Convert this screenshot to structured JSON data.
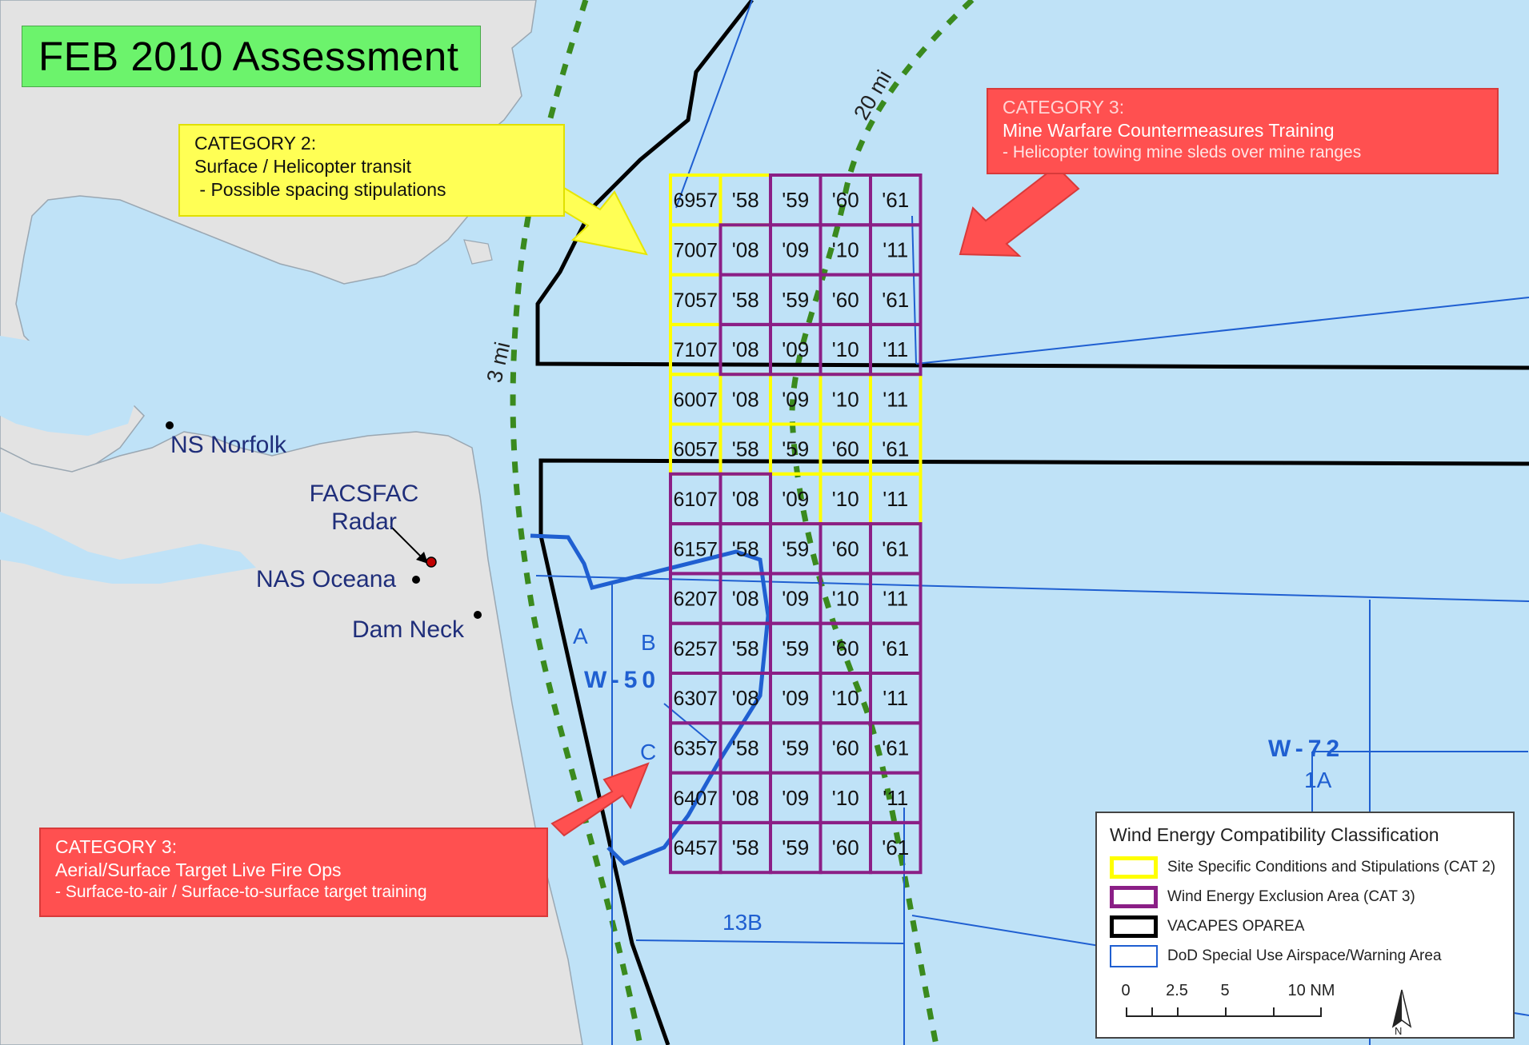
{
  "title": "FEB 2010 Assessment",
  "callouts": {
    "cat2": {
      "title": "CATEGORY 2:",
      "line1": "Surface / Helicopter transit",
      "line2": " - Possible spacing stipulations"
    },
    "cat3_top": {
      "title": "CATEGORY 3:",
      "line1": "Mine Warfare Countermeasures Training",
      "line2": "- Helicopter towing mine sleds over mine ranges"
    },
    "cat3_bottom": {
      "title": "CATEGORY 3:",
      "line1": "Aerial/Surface Target Live Fire Ops",
      "line2": "- Surface-to-air / Surface-to-surface target training"
    }
  },
  "places": {
    "ns_norfolk": "NS Norfolk",
    "facsfac_1": "FACSFAC",
    "facsfac_2": "Radar",
    "nas_oceana": "NAS Oceana",
    "dam_neck": "Dam Neck"
  },
  "distance_labels": {
    "three_mi": "3 mi",
    "twenty_mi": "20 mi"
  },
  "area_labels": {
    "w50": "W-50",
    "w72": "W-72",
    "a": "A",
    "b": "B",
    "c": "C",
    "one_a": "1A",
    "thirteen_b": "13B"
  },
  "grid": {
    "rows": [
      {
        "cells": [
          "6957",
          "'58",
          "'59",
          "'60",
          "'61"
        ],
        "cat": [
          "y",
          "y",
          "p",
          "p",
          "p"
        ]
      },
      {
        "cells": [
          "7007",
          "'08",
          "'09",
          "'10",
          "'11"
        ],
        "cat": [
          "y",
          "p",
          "p",
          "p",
          "p"
        ]
      },
      {
        "cells": [
          "7057",
          "'58",
          "'59",
          "'60",
          "'61"
        ],
        "cat": [
          "y",
          "p",
          "p",
          "p",
          "p"
        ]
      },
      {
        "cells": [
          "7107",
          "'08",
          "'09",
          "'10",
          "'11"
        ],
        "cat": [
          "y",
          "p",
          "p",
          "p",
          "p"
        ]
      },
      {
        "cells": [
          "6007",
          "'08",
          "'09",
          "'10",
          "'11"
        ],
        "cat": [
          "y",
          "y",
          "y",
          "y",
          "y"
        ]
      },
      {
        "cells": [
          "6057",
          "'58",
          "'59",
          "'60",
          "'61"
        ],
        "cat": [
          "y",
          "y",
          "y",
          "y",
          "y"
        ]
      },
      {
        "cells": [
          "6107",
          "'08",
          "'09",
          "'10",
          "'11"
        ],
        "cat": [
          "p",
          "p",
          "y",
          "y",
          "y"
        ]
      },
      {
        "cells": [
          "6157",
          "'58",
          "'59",
          "'60",
          "'61"
        ],
        "cat": [
          "p",
          "p",
          "p",
          "p",
          "p"
        ]
      },
      {
        "cells": [
          "6207",
          "'08",
          "'09",
          "'10",
          "'11"
        ],
        "cat": [
          "p",
          "p",
          "p",
          "p",
          "p"
        ]
      },
      {
        "cells": [
          "6257",
          "'58",
          "'59",
          "'60",
          "'61"
        ],
        "cat": [
          "p",
          "p",
          "p",
          "p",
          "p"
        ]
      },
      {
        "cells": [
          "6307",
          "'08",
          "'09",
          "'10",
          "'11"
        ],
        "cat": [
          "p",
          "p",
          "p",
          "p",
          "p"
        ]
      },
      {
        "cells": [
          "6357",
          "'58",
          "'59",
          "'60",
          "'61"
        ],
        "cat": [
          "p",
          "p",
          "p",
          "p",
          "p"
        ]
      },
      {
        "cells": [
          "6407",
          "'08",
          "'09",
          "'10",
          "'11"
        ],
        "cat": [
          "p",
          "p",
          "p",
          "p",
          "p"
        ]
      },
      {
        "cells": [
          "6457",
          "'58",
          "'59",
          "'60",
          "'61"
        ],
        "cat": [
          "p",
          "p",
          "p",
          "p",
          "p"
        ]
      }
    ]
  },
  "legend": {
    "title": "Wind Energy Compatibility Classification",
    "items": [
      {
        "label": "Site Specific Conditions and Stipulations (CAT 2)",
        "swatch": "yellow"
      },
      {
        "label": "Wind Energy Exclusion Area (CAT 3)",
        "swatch": "purple"
      },
      {
        "label": "VACAPES OPAREA",
        "swatch": "black"
      },
      {
        "label": "DoD Special Use Airspace/Warning Area",
        "swatch": "blue"
      }
    ],
    "scale": {
      "ticks": [
        "0",
        "2.5",
        "5",
        "10 NM"
      ]
    },
    "north_label": "N"
  },
  "colors": {
    "water": "#bfe2f7",
    "land": "#e3e3e3",
    "cat2": "#ffff00",
    "cat3": "#8b1f86",
    "oparea": "#000000",
    "airspace": "#1f5fd1",
    "distance": "#3a8a1e",
    "label_navy": "#1f2e7a"
  }
}
